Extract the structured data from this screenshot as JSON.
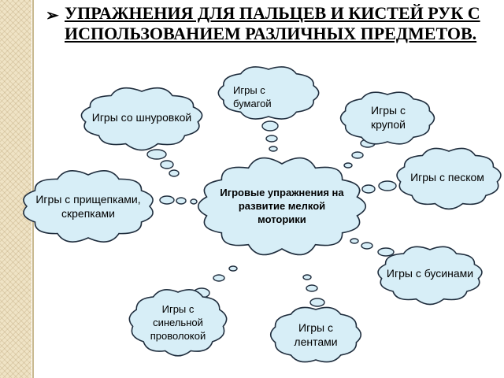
{
  "title": {
    "line1": "УПРАЖНЕНИЯ ДЛЯ ПАЛЬЦЕВ И КИСТЕЙ РУК С",
    "line2": "ИСПОЛЬЗОВАНИЕМ РАЗЛИЧНЫХ ПРЕДМЕТОВ.",
    "bullet": "➢"
  },
  "center": {
    "label": "Игровые упражнения на развитие мелкой моторики"
  },
  "clouds": [
    {
      "id": "laces",
      "label": "Игры со шнуровкой"
    },
    {
      "id": "paper",
      "label": "Игры с бумагой"
    },
    {
      "id": "grain",
      "label": "Игры с крупой"
    },
    {
      "id": "sand",
      "label": "Игры с песком"
    },
    {
      "id": "clips",
      "label": "Игры с прищепками, скрепками"
    },
    {
      "id": "beads",
      "label": "Игры с бусинами"
    },
    {
      "id": "wire",
      "label": "Игры с синельной проволокой"
    },
    {
      "id": "ribbons",
      "label": "Игры с лентами"
    }
  ],
  "colors": {
    "cloud_fill": "#d7eef7",
    "cloud_stroke": "#1f2d3d",
    "background": "#ffffff"
  }
}
